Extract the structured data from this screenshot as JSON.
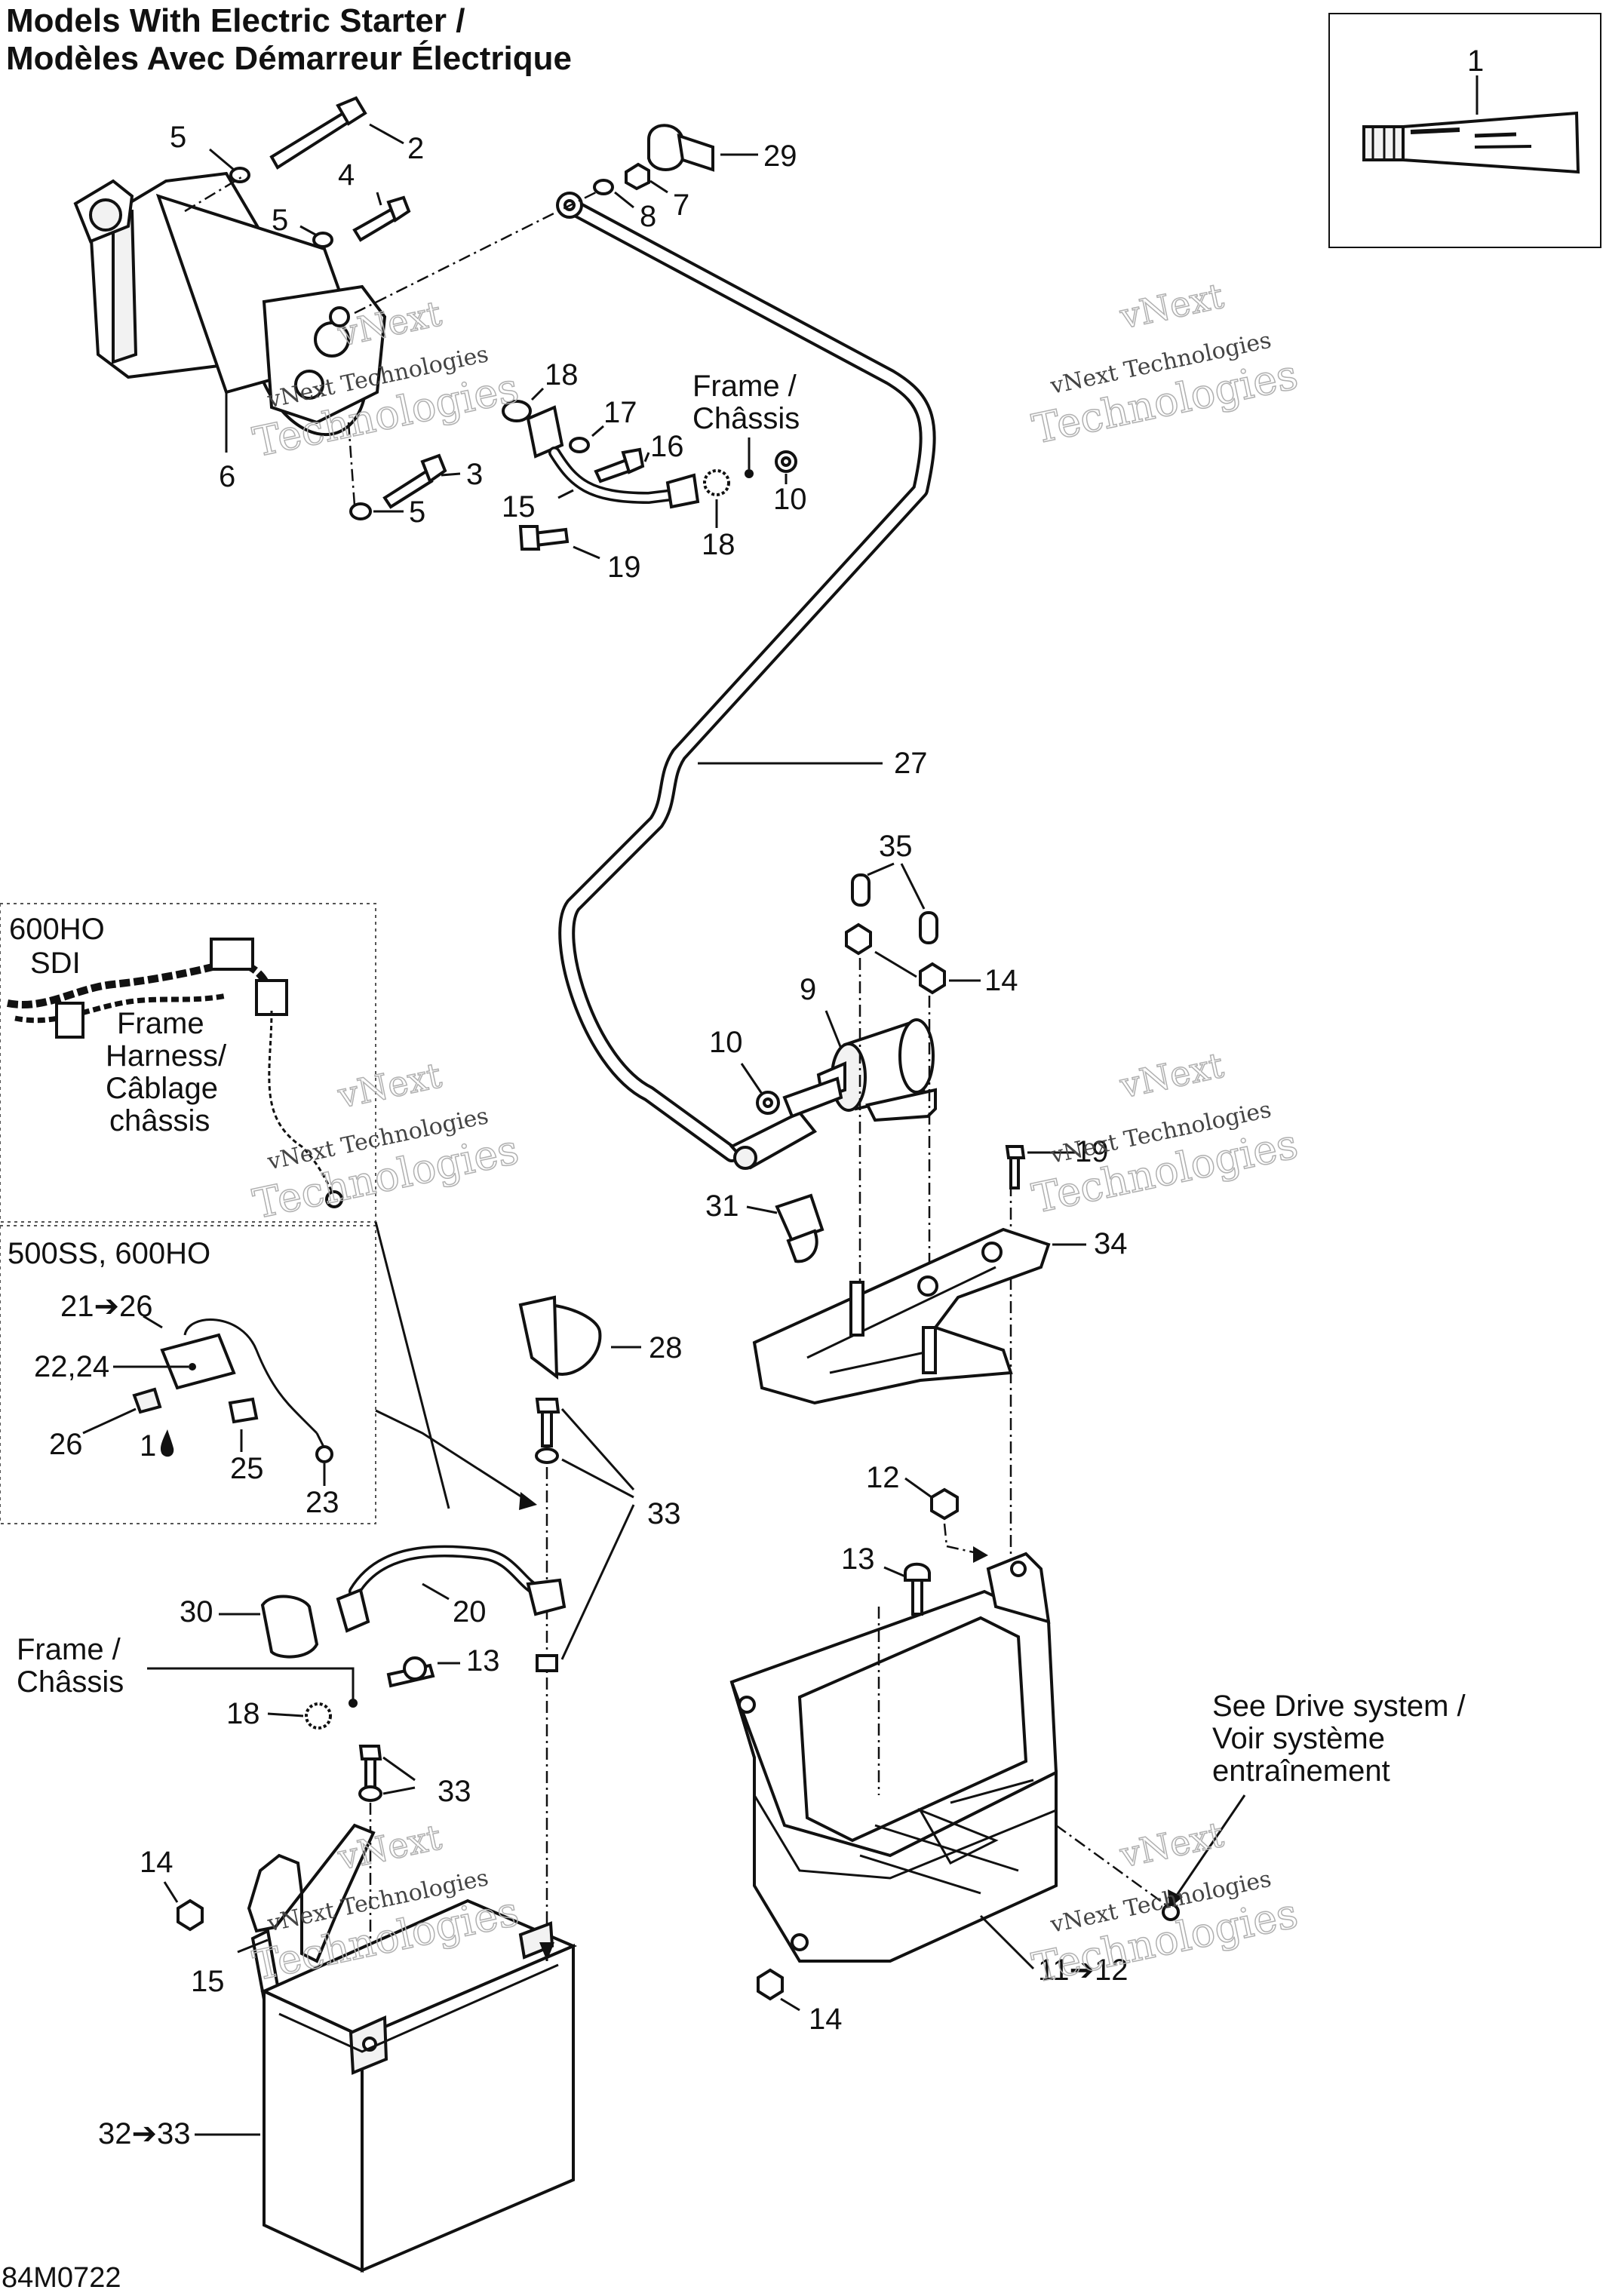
{
  "title": {
    "line1": "Models With Electric Starter /",
    "line2": "Modèles Avec Démarreur Électrique"
  },
  "drawing_code": "84M0722",
  "watermark": {
    "brand": "vNext",
    "line": "vNext Technologies",
    "word": "Technologies"
  },
  "notes": {
    "frame_top": [
      "Frame /",
      "Châssis"
    ],
    "frame_bottom": [
      "Frame /",
      "Châssis"
    ],
    "harness": [
      "Frame",
      "Harness/",
      "Câblage",
      "châssis"
    ],
    "drive": [
      "See Drive system /",
      "Voir système",
      "entraînement"
    ]
  },
  "inset_600": [
    "600HO",
    "SDI"
  ],
  "inset_500": "500SS, 600HO",
  "callouts": {
    "c1": "1",
    "c1_drop": "1",
    "c2": "2",
    "c3": "3",
    "c4": "4",
    "c5a": "5",
    "c5b": "5",
    "c5c": "5",
    "c6": "6",
    "c7": "7",
    "c8": "8",
    "c9": "9",
    "c10a": "10",
    "c10b": "10",
    "c11": "11➔12",
    "c12": "12",
    "c13a": "13",
    "c13b": "13",
    "c14a": "14",
    "c14b": "14",
    "c14c": "14",
    "c15a": "15",
    "c15b": "15",
    "c16": "16",
    "c17": "17",
    "c18a": "18",
    "c18b": "18",
    "c18c": "18",
    "c19a": "19",
    "c19b": "19",
    "c20": "20",
    "c21": "21➔26",
    "c22": "22,24",
    "c23": "23",
    "c25": "25",
    "c26": "26",
    "c27": "27",
    "c28": "28",
    "c29": "29",
    "c30": "30",
    "c31": "31",
    "c32": "32➔33",
    "c33a": "33",
    "c33b": "33",
    "c34": "34",
    "c35": "35"
  }
}
